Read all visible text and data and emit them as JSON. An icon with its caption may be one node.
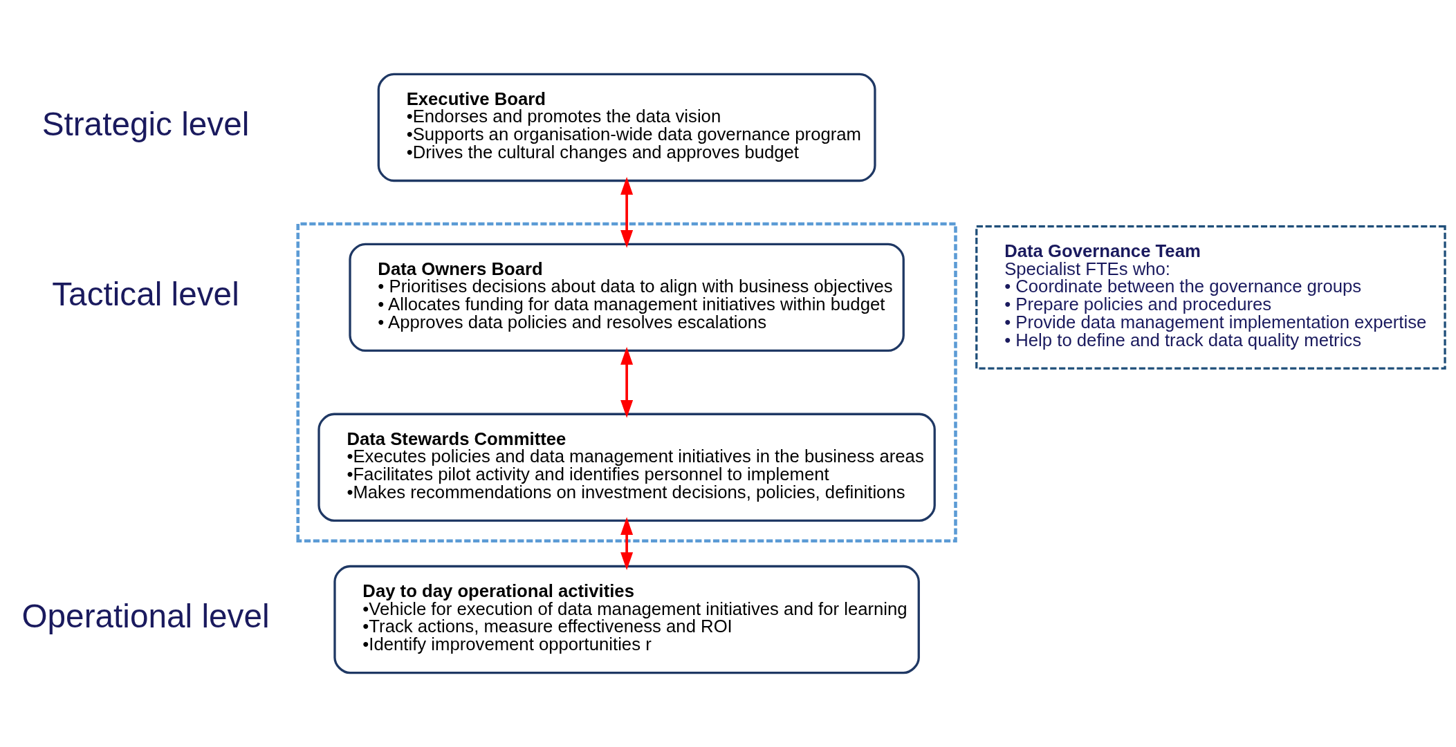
{
  "diagram": {
    "nodes": [
      {
        "text": [
          "Executive Board",
          "•Endorses and promotes the data vision",
          "•Supports an organisation-wide data governance program",
          "•Drives the cultural changes and approves budget"
        ]
      },
      {
        "text": [],
        "shape": "box"
      },
      {
        "text": [
          "Data Owners Board",
          "• Prioritises decisions about data to align with business objectives",
          "• Allocates funding for data management initiatives within budget",
          "• Approves data policies and resolves escalations"
        ],
        "in": 1
      },
      {
        "text": [
          "Data Stewards Committee",
          "•Executes policies and data management initiatives in the business areas",
          "•Facilitates pilot activity and identifies personnel to implement",
          "•Makes recommendations on investment decisions, policies, definitions"
        ],
        "in": 1
      },
      {
        "text": [
          "Day to day operational activities",
          "•Vehicle for execution of data management initiatives and for learning",
          "•Track actions, measure effectiveness and ROI",
          "•Identify improvement opportunities r"
        ]
      },
      {
        "text": [
          "Data Governance Team",
          "Specialist FTEs who:",
          "• Coordinate between the governance groups",
          "• Prepare policies and procedures",
          "• Provide data management implementation expertise",
          "• Help to define and track data quality metrics"
        ]
      }
    ],
    "edges": [
      {
        "from": 0,
        "to": 2,
        "arrow": "both"
      },
      {
        "from": 2,
        "to": 3,
        "arrow": "both"
      },
      {
        "from": 3,
        "to": 4,
        "arrow": "both"
      }
    ],
    "labels": [
      "Strategic level",
      "Tactical level",
      "Operational level"
    ]
  }
}
